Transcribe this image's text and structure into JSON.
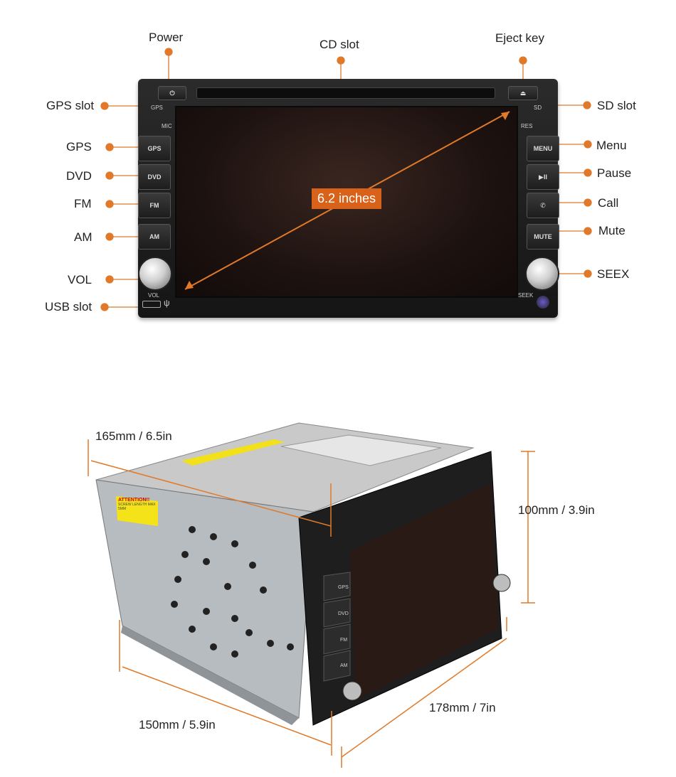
{
  "callouts": {
    "power": "Power",
    "cd_slot": "CD slot",
    "eject_key": "Eject key",
    "gps_slot": "GPS slot",
    "sd_slot": "SD slot",
    "gps": "GPS",
    "menu": "Menu",
    "dvd": "DVD",
    "pause": "Pause",
    "fm": "FM",
    "call": "Call",
    "am": "AM",
    "mute": "Mute",
    "vol": "VOL",
    "seex": "SEEX",
    "usb_slot": "USB slot"
  },
  "screen_size_badge": "6.2 inches",
  "device_labels": {
    "gps_small": "GPS",
    "mic": "MIC",
    "sd_small": "SD",
    "res": "RES",
    "btn_gps": "GPS",
    "btn_dvd": "DVD",
    "btn_fm": "FM",
    "btn_am": "AM",
    "btn_menu": "MENU",
    "btn_pause": "▶II",
    "btn_call": "✆",
    "btn_mute": "MUTE",
    "vol_small": "VOL",
    "seek_small": "SEEK"
  },
  "dimensions": {
    "depth_top": "165mm / 6.5in",
    "height": "100mm / 3.9in",
    "width": "178mm / 7in",
    "depth_bottom": "150mm / 5.9in"
  },
  "chassis_text": {
    "attention": "ATTENTION!!",
    "screw": "SCREW LENGTH MAX",
    "screw_mm": "5MM"
  },
  "colors": {
    "accent": "#d9621a",
    "line": "#e07a2a"
  }
}
